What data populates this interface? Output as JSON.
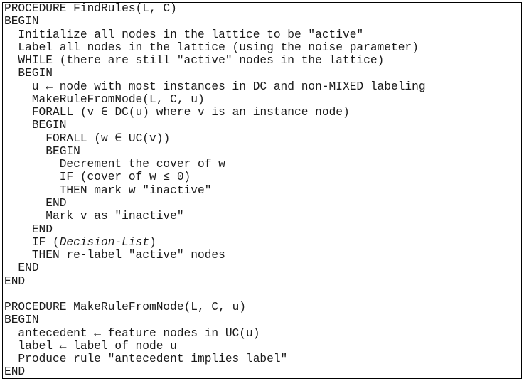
{
  "lines": [
    {
      "indent": 0,
      "parts": [
        {
          "text": "PROCEDURE FindRules(L, C)"
        }
      ]
    },
    {
      "indent": 0,
      "parts": [
        {
          "text": "BEGIN"
        }
      ]
    },
    {
      "indent": 1,
      "parts": [
        {
          "text": "Initialize all nodes in the lattice to be \"active\""
        }
      ]
    },
    {
      "indent": 1,
      "parts": [
        {
          "text": "Label all nodes in the lattice (using the noise parameter)"
        }
      ]
    },
    {
      "indent": 1,
      "parts": [
        {
          "text": "WHILE (there are still \"active\" nodes in the lattice)"
        }
      ]
    },
    {
      "indent": 1,
      "parts": [
        {
          "text": "BEGIN"
        }
      ]
    },
    {
      "indent": 2,
      "parts": [
        {
          "text": "u ← node with most instances in DC and non-MIXED labeling"
        }
      ]
    },
    {
      "indent": 2,
      "parts": [
        {
          "text": "MakeRuleFromNode(L, C, u)"
        }
      ]
    },
    {
      "indent": 2,
      "parts": [
        {
          "text": "FORALL (v ∈ DC(u) where v is an instance node)"
        }
      ]
    },
    {
      "indent": 2,
      "parts": [
        {
          "text": "BEGIN"
        }
      ]
    },
    {
      "indent": 3,
      "parts": [
        {
          "text": "FORALL (w ∈ UC(v))"
        }
      ]
    },
    {
      "indent": 3,
      "parts": [
        {
          "text": "BEGIN"
        }
      ]
    },
    {
      "indent": 4,
      "parts": [
        {
          "text": "Decrement the cover of w"
        }
      ]
    },
    {
      "indent": 4,
      "parts": [
        {
          "text": "IF (cover of w ≤ 0)"
        }
      ]
    },
    {
      "indent": 4,
      "parts": [
        {
          "text": "THEN mark w \"inactive\""
        }
      ]
    },
    {
      "indent": 3,
      "parts": [
        {
          "text": "END"
        }
      ]
    },
    {
      "indent": 3,
      "parts": [
        {
          "text": "Mark v as \"inactive\""
        }
      ]
    },
    {
      "indent": 2,
      "parts": [
        {
          "text": "END"
        }
      ]
    },
    {
      "indent": 2,
      "parts": [
        {
          "text": "IF ("
        },
        {
          "text": "Decision-List",
          "italic": true
        },
        {
          "text": ")"
        }
      ]
    },
    {
      "indent": 2,
      "parts": [
        {
          "text": "THEN re-label \"active\" nodes"
        }
      ]
    },
    {
      "indent": 1,
      "parts": [
        {
          "text": "END"
        }
      ]
    },
    {
      "indent": 0,
      "parts": [
        {
          "text": "END"
        }
      ]
    },
    {
      "indent": 0,
      "parts": [
        {
          "text": ""
        }
      ]
    },
    {
      "indent": 0,
      "parts": [
        {
          "text": "PROCEDURE MakeRuleFromNode(L, C, u)"
        }
      ]
    },
    {
      "indent": 0,
      "parts": [
        {
          "text": "BEGIN"
        }
      ]
    },
    {
      "indent": 1,
      "parts": [
        {
          "text": "antecedent ← feature nodes in UC(u)"
        }
      ]
    },
    {
      "indent": 1,
      "parts": [
        {
          "text": "label ← label of node u"
        }
      ]
    },
    {
      "indent": 1,
      "parts": [
        {
          "text": "Produce rule \"antecedent implies label\""
        }
      ]
    },
    {
      "indent": 0,
      "parts": [
        {
          "text": "END"
        }
      ]
    }
  ]
}
